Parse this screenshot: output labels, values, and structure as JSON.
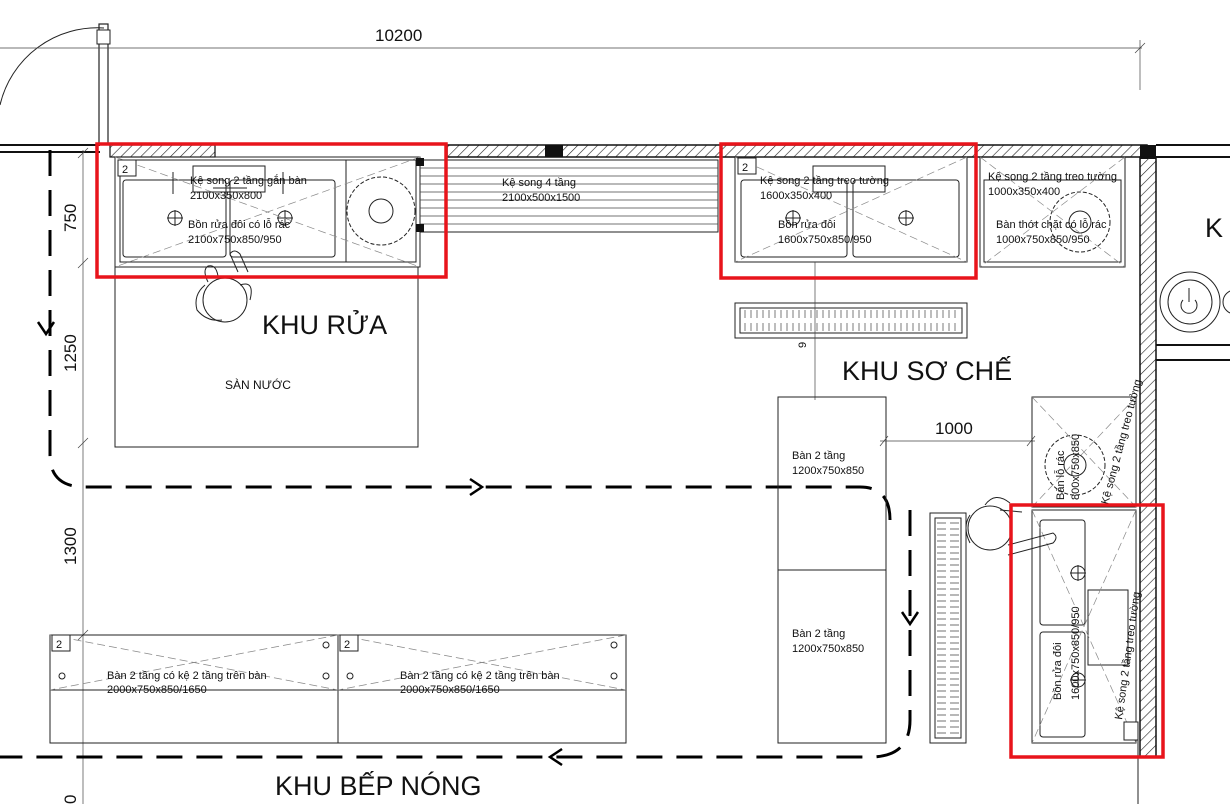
{
  "dimensions": {
    "top_width": "10200",
    "left_750": "750",
    "left_1250": "1250",
    "left_1300": "1300",
    "mid_1000": "1000",
    "bottom_left": "0",
    "mid_9": "9"
  },
  "zones": {
    "khu_rua": "KHU RỬA",
    "khu_so_che": "KHU SƠ CHẾ",
    "khu_bep_nong": "KHU BẾP NÓNG",
    "right_partial": "K"
  },
  "labels": {
    "san_nuoc": "SÀN NƯỚC",
    "ke_song_table_1": "Kệ song 2 tầng gắn bàn",
    "ke_song_table_2": "2100x350x800",
    "bon_rua_left_1": "Bồn rửa đôi có lỗ rác",
    "bon_rua_left_2": "2100x750x850/950",
    "ke_song_4_1": "Kệ song 4 tầng",
    "ke_song_4_2": "2100x500x1500",
    "ke_song_wall_mid_1": "Kệ song 2 tầng treo tường",
    "ke_song_wall_mid_2": "1600x350x400",
    "bon_rua_mid_1": "Bồn rửa đôi",
    "bon_rua_mid_2": "1600x750x850/950",
    "ke_song_wall_right_1": "Kệ song 2 tầng treo tường",
    "ke_song_wall_right_2": "1000x350x400",
    "ban_thot_1": "Bàn thớt chặt có lỗ rác",
    "ban_thot_2": "1000x750x850/950",
    "ban_2_tang_a_1": "Bàn 2 tầng",
    "ban_2_tang_a_2": "1200x750x850",
    "ban_2_tang_b_1": "Bàn 2 tầng",
    "ban_2_tang_b_2": "1200x750x850",
    "ban_ke_left_1": "Bàn 2 tầng có kệ 2 tầng trên bàn",
    "ban_ke_left_2": "2000x750x850/1650",
    "ban_ke_right_1": "Bàn 2 tầng có kệ 2 tầng trên bàn",
    "ban_ke_right_2": "2000x750x850/1650",
    "ban_lo_rac_v1": "Bàn lỗ rác",
    "ban_lo_rac_v2": "800x750x850",
    "ke_song_v_top": "Kệ song 2 tầng treo tường",
    "bon_rua_v_1": "Bồn rửa đôi",
    "bon_rua_v_2": "1600x750x850/950",
    "ke_song_v_bottom": "Kệ song 2 tầng treo tường",
    "tag_2": "2"
  },
  "colors": {
    "highlight": "#e8141b",
    "line": "#222222"
  }
}
